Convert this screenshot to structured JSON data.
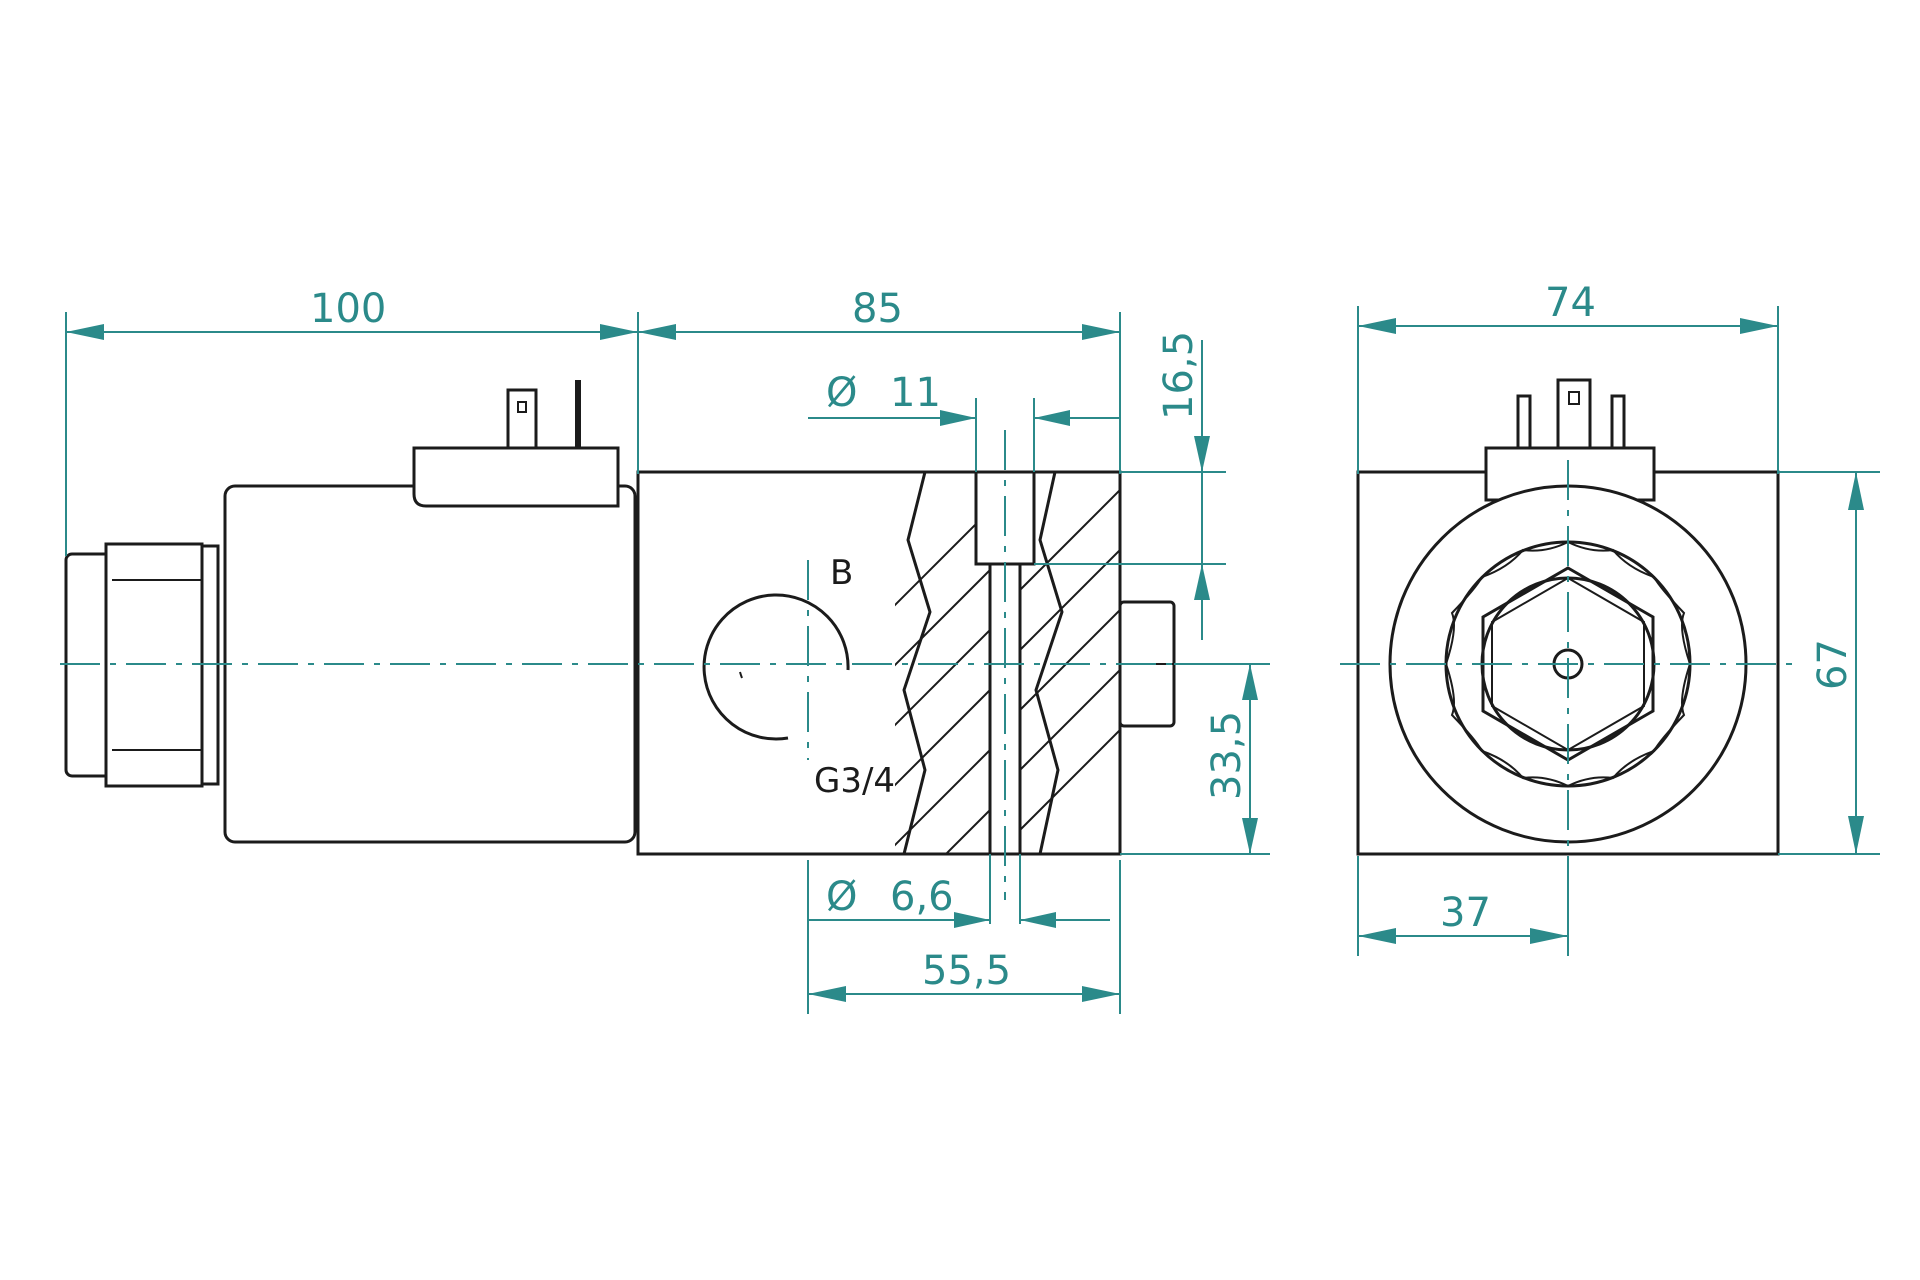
{
  "colors": {
    "outline": "#1b1b1b",
    "dimension": "#2b8a8a",
    "background": "#ffffff"
  },
  "dimensions": {
    "overall_coil_length": "100",
    "body_length": "85",
    "bore_dia_symbol": "Ø",
    "bore_dia": "11",
    "top_offset": "16,5",
    "port_height": "33,5",
    "small_bore_dia_symbol": "Ø",
    "small_bore_dia": "6,6",
    "port_position": "55,5",
    "end_width": "74",
    "end_height": "67",
    "end_half_width": "37"
  },
  "labels": {
    "port_name": "B",
    "port_thread": "G3/4"
  }
}
